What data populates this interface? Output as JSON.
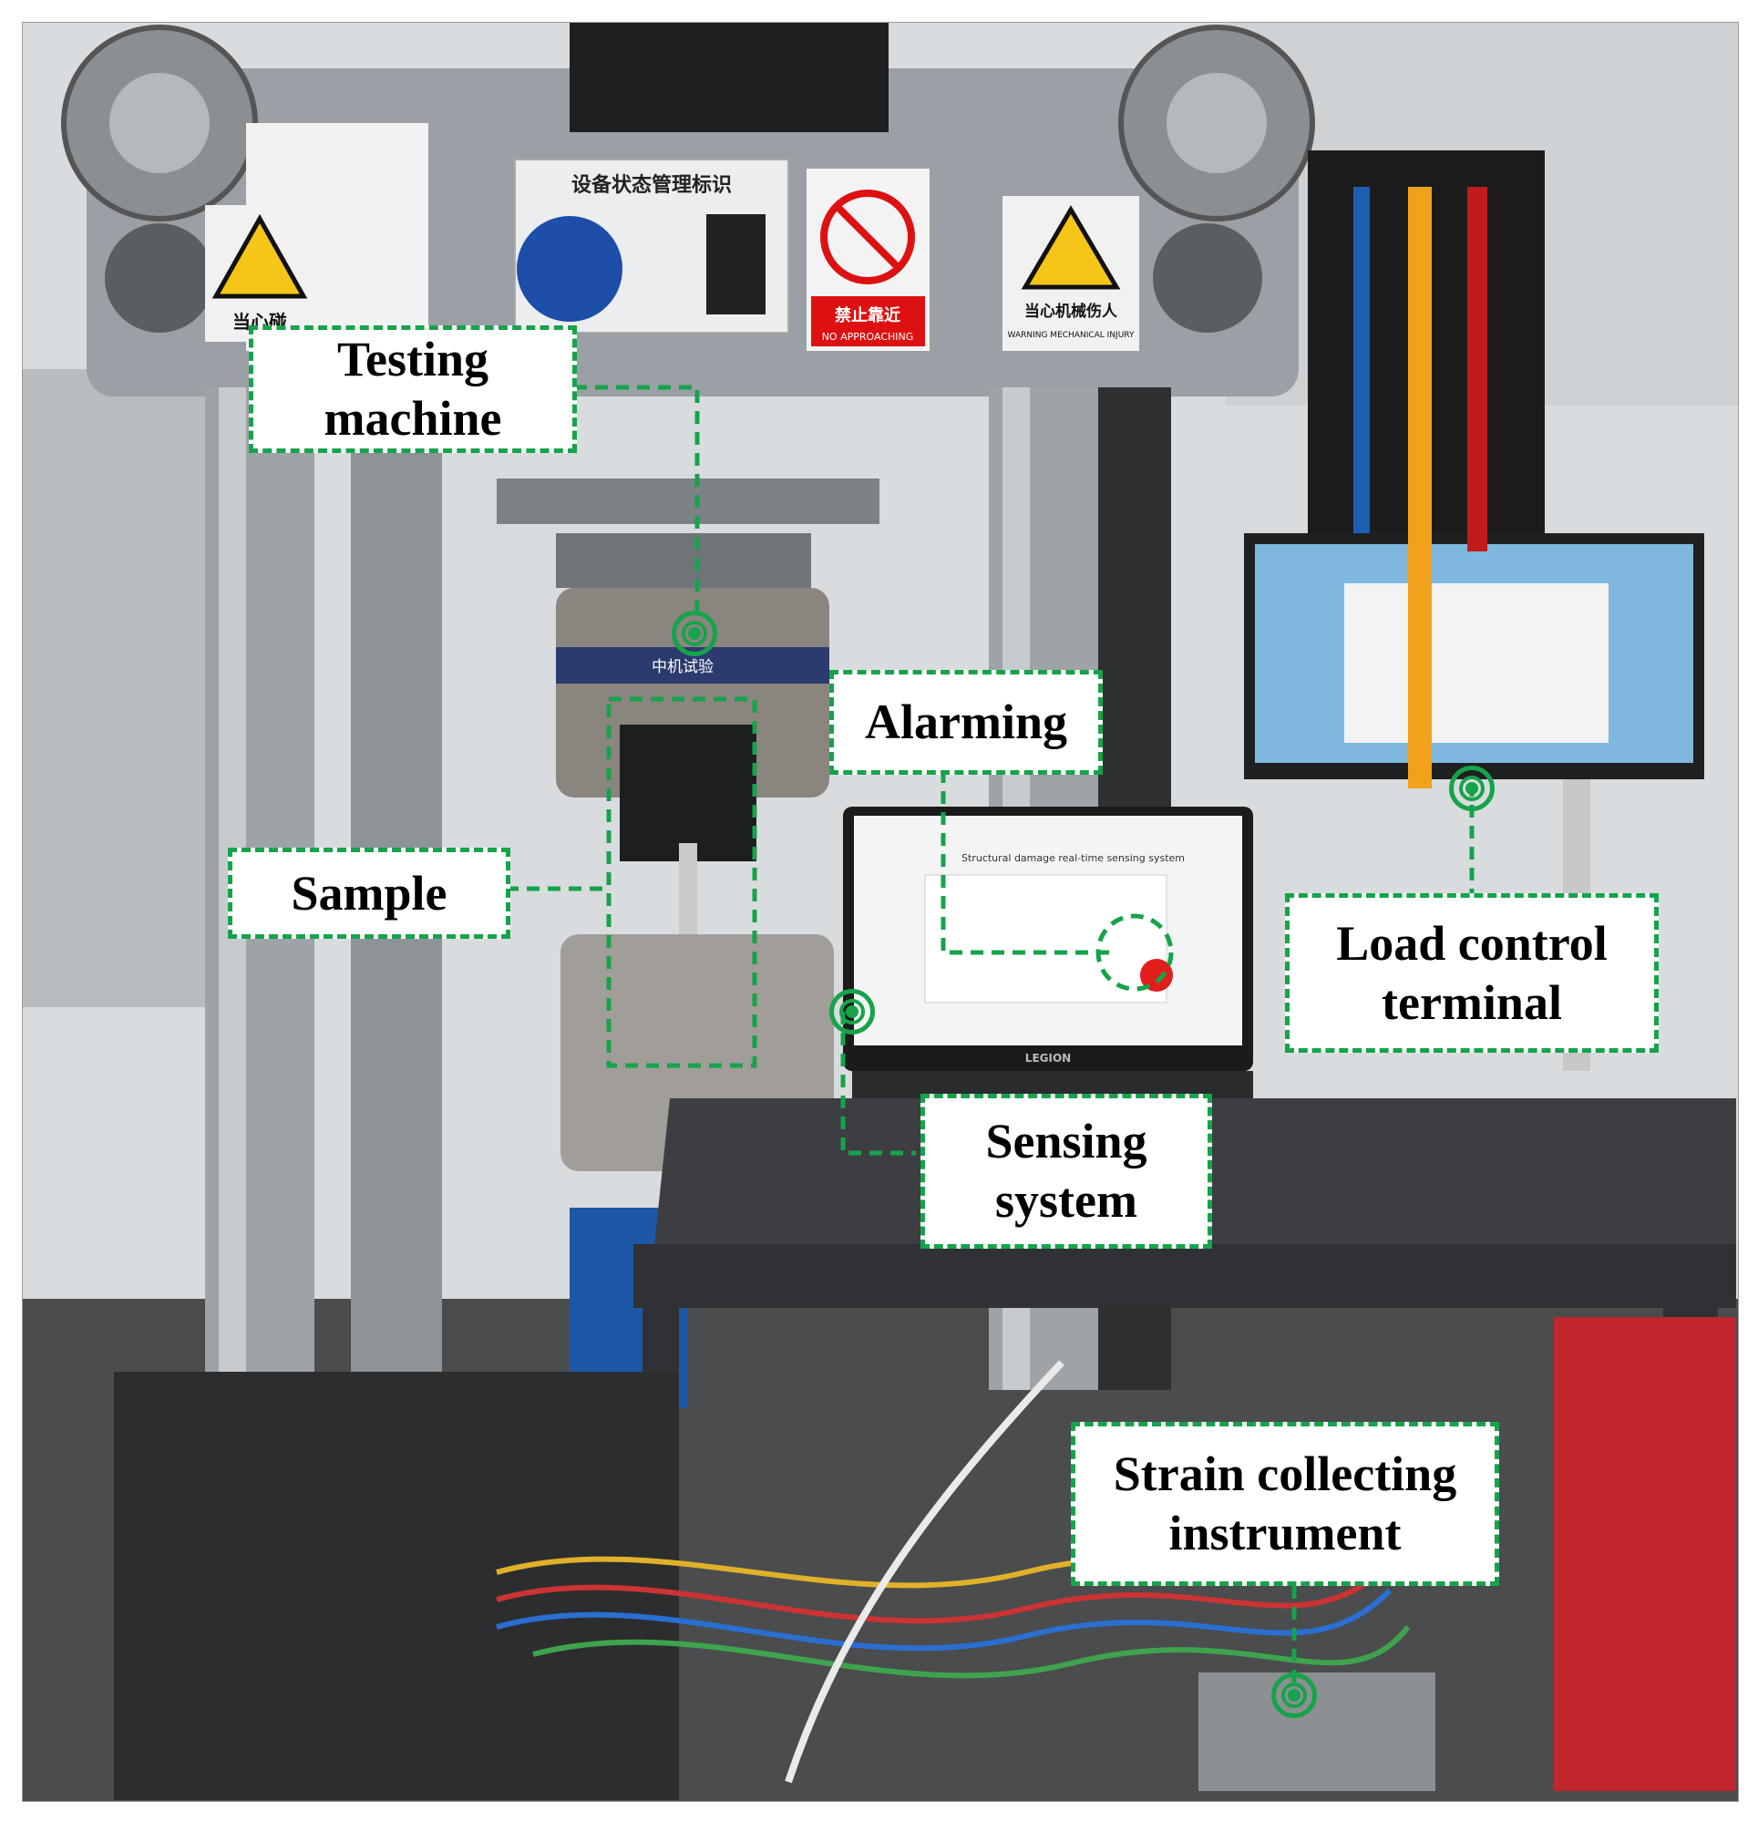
{
  "colors": {
    "accent_green": "#16a34a",
    "label_background": "#ffffff",
    "label_text": "#000000",
    "alarm_red": "#e11d1d"
  },
  "labels": {
    "testing_machine": [
      "Testing",
      "machine"
    ],
    "alarming": [
      "Alarming"
    ],
    "sample": [
      "Sample"
    ],
    "load_control_terminal": [
      "Load control",
      "terminal"
    ],
    "sensing_system": [
      "Sensing",
      "system"
    ],
    "strain_collecting_instrument": [
      "Strain collecting",
      "instrument"
    ]
  },
  "machine_panel": {
    "equipment_sign_title": "设备状态管理标识",
    "warning_left": "当心碰",
    "warning_right": "当心机械伤人",
    "warning_right_en": "WARNING MECHANICAL INJURY",
    "no_approach": "禁止靠近",
    "no_approach_en": "NO APPROACHING",
    "brand_band": "中机试验"
  },
  "laptop_screen": {
    "title": "Structural damage real-time sensing system"
  },
  "laptop_brand": "LEGION"
}
